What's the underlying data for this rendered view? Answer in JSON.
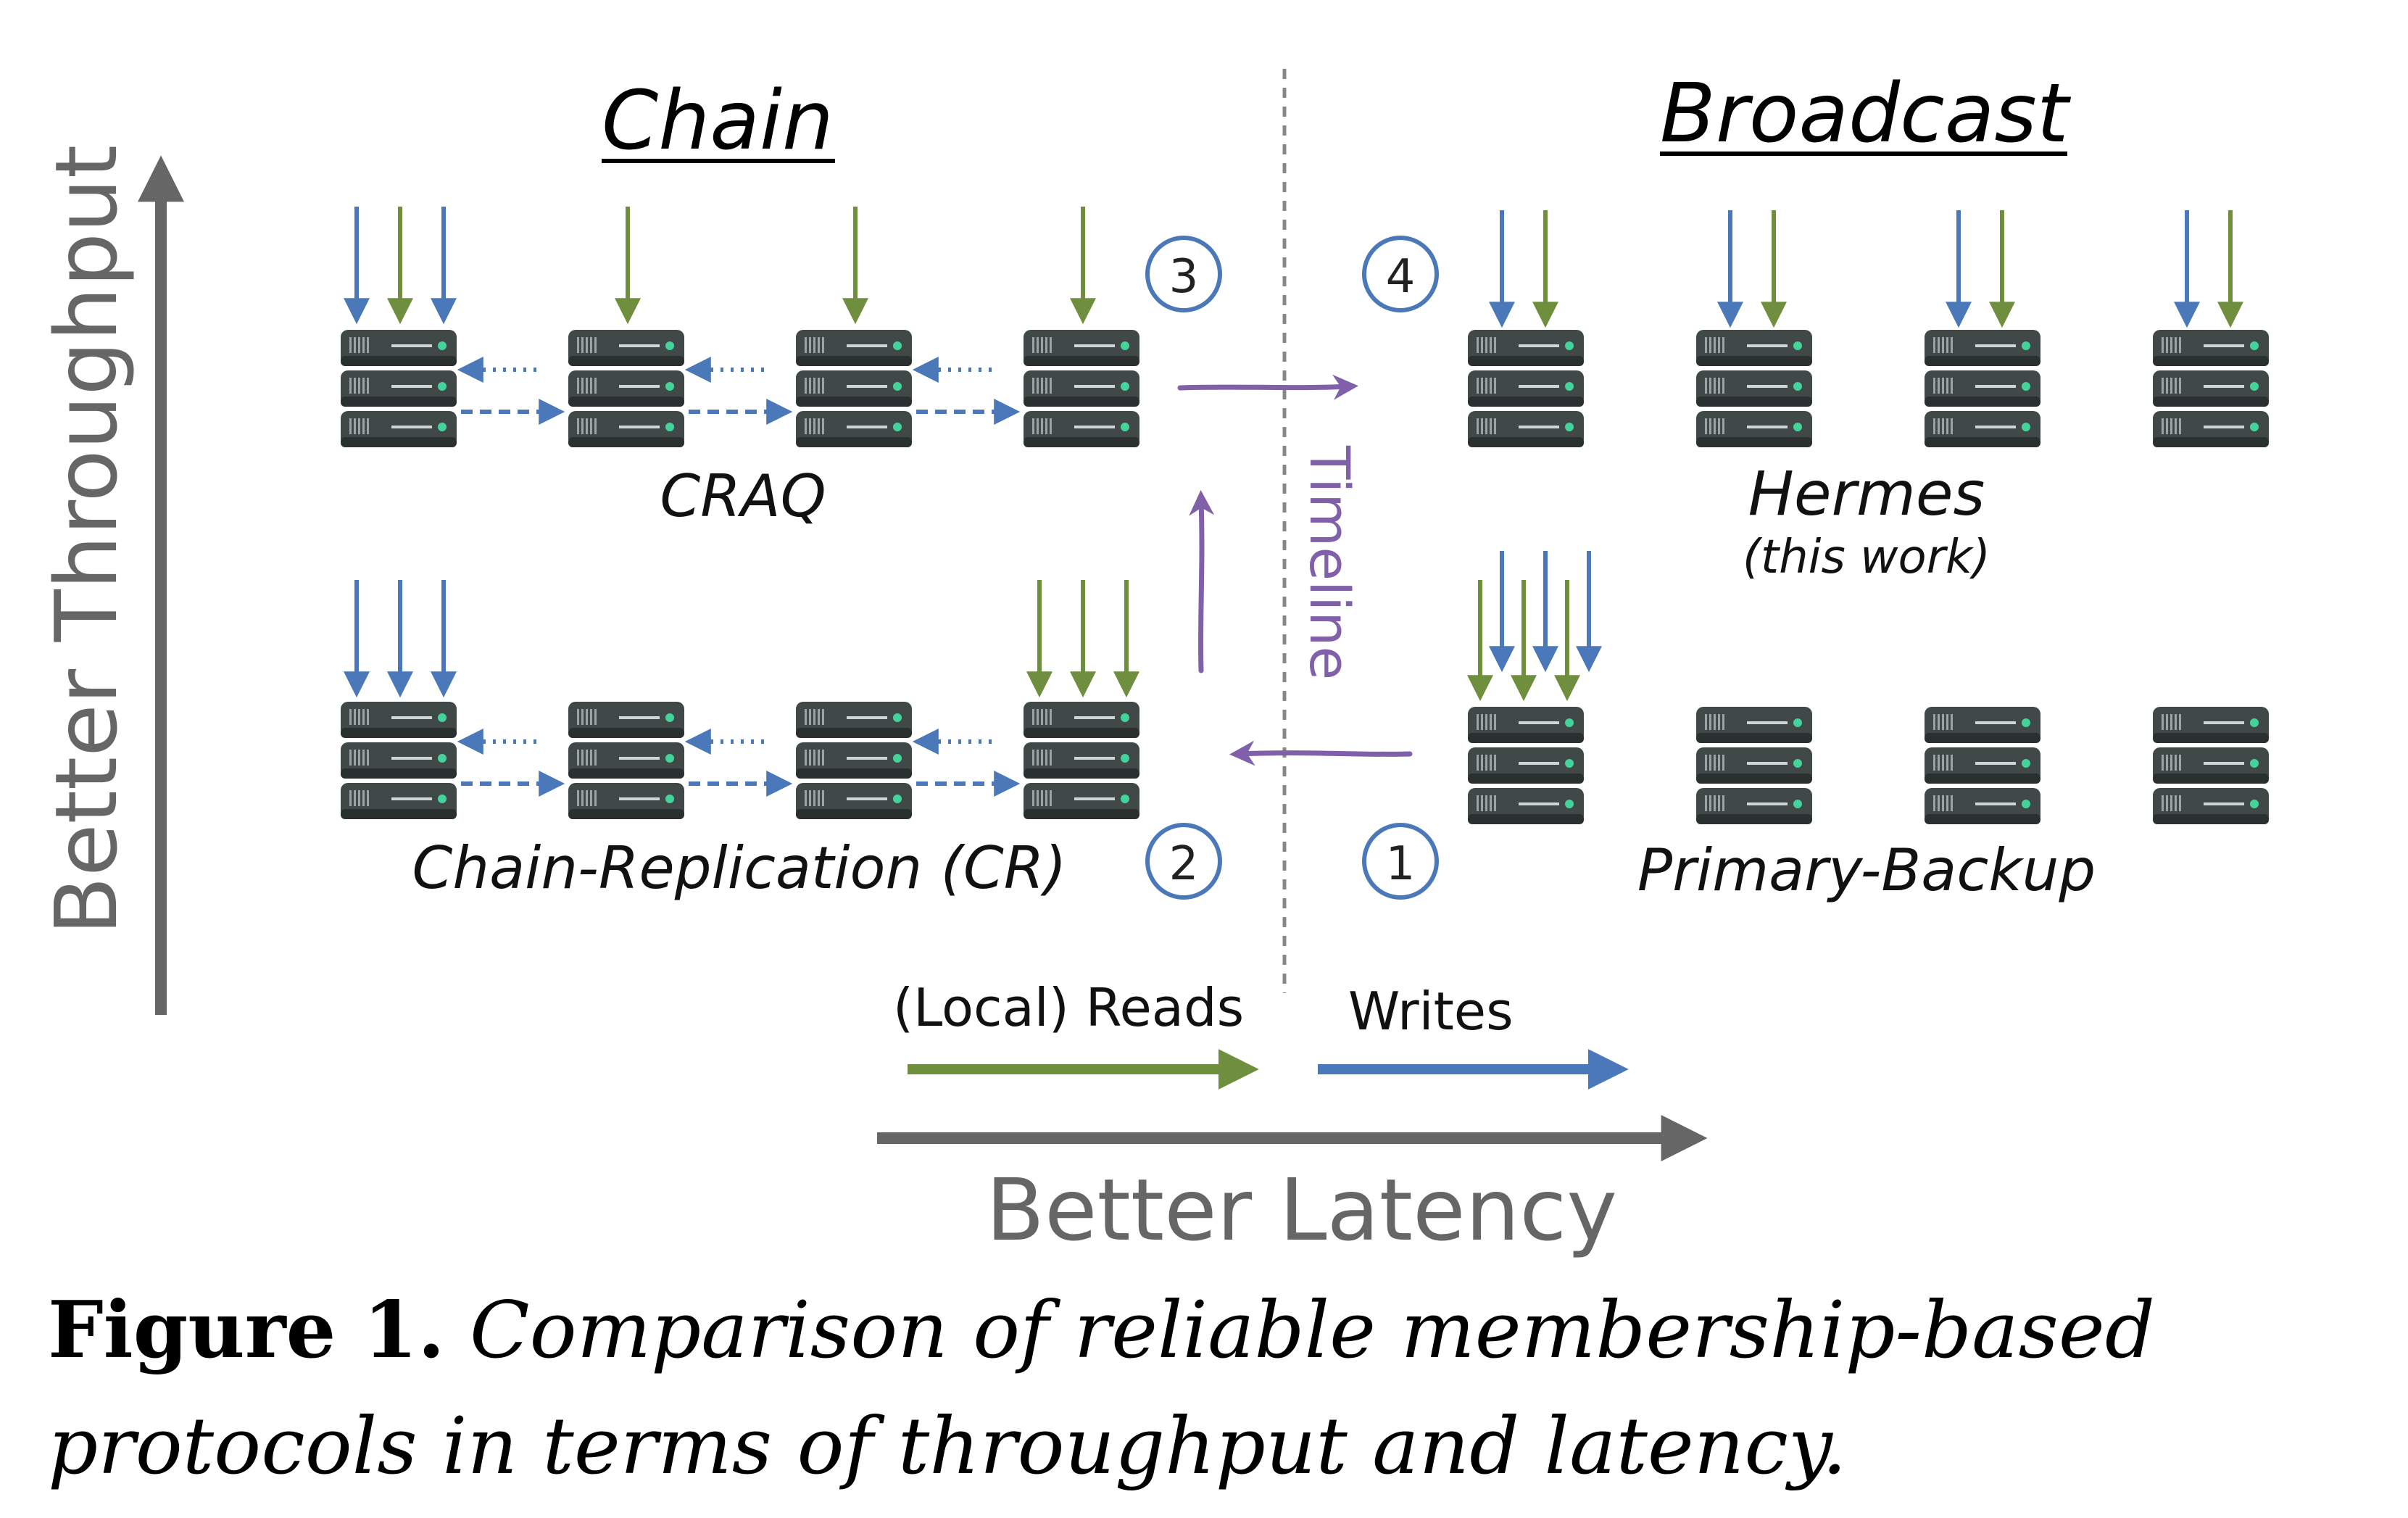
{
  "headings": {
    "chain": "Chain",
    "broadcast": "Broadcast"
  },
  "axes": {
    "throughput_label": "Better Throughput",
    "latency_label": "Better Latency",
    "timeline_label": "Timeline"
  },
  "protocols": {
    "craq": "CRAQ",
    "cr": "Chain-Replication (CR)",
    "hermes": "Hermes",
    "hermes_note": "(this work)",
    "primary_backup": "Primary-Backup"
  },
  "steps": [
    "1",
    "2",
    "3",
    "4"
  ],
  "legend": {
    "reads": "(Local) Reads",
    "writes": "Writes"
  },
  "caption": {
    "label": "Figure 1.",
    "text": "Comparison of reliable membership-based protocols in terms of throughput and latency."
  },
  "colors": {
    "read_arrow": "#6f8f3e",
    "write_arrow": "#4a78b8",
    "timeline": "#8060a8",
    "axis": "#666666",
    "server": "#3e4444"
  }
}
